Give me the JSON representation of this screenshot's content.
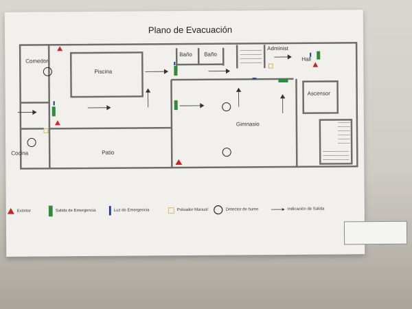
{
  "title": "Plano de Evacuación",
  "rooms": {
    "comedor": "Comedor",
    "piscina": "Piscina",
    "bano1": "Baño",
    "bano2": "Baño",
    "administ": "Administ",
    "hall": "Hall",
    "ascensor": "Ascensor",
    "gimnasio": "Gimnasio",
    "cocina": "Cocina",
    "patio": "Patio"
  },
  "legend": [
    {
      "icon": "extintor-icon",
      "label": "Extintor"
    },
    {
      "icon": "salida-emergencia-icon",
      "label": "Salida de Emergencia"
    },
    {
      "icon": "luz-emergencia-icon",
      "label": "Luz de Emergencia"
    },
    {
      "icon": "pulsador-manual-icon",
      "label": "Pulsador Manual"
    },
    {
      "icon": "detector-humo-icon",
      "label": "Detector de humo"
    },
    {
      "icon": "indicacion-salida-icon",
      "label": "Indicación de Salida"
    }
  ],
  "colors": {
    "extintor": "#c62828",
    "salida": "#2e8b3a",
    "luz": "#1e3a8a",
    "pulsador": "#d8b25a",
    "wall": "#6d6d6d"
  }
}
